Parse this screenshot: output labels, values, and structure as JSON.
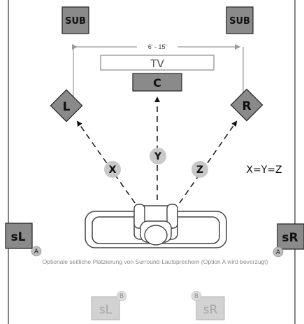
{
  "speakers": {
    "sub_left": "SUB",
    "sub_right": "SUB",
    "center": "C",
    "left": "L",
    "right": "R",
    "surround_left": "sL",
    "surround_right": "sR",
    "alt_surround_left": "sL",
    "alt_surround_right": "sR"
  },
  "tv_label": "TV",
  "distance_range": "6' - 15'",
  "distances": {
    "x": "X",
    "y": "Y",
    "z": "Z"
  },
  "equation": "X=Y=Z",
  "badges": {
    "a_left": "A",
    "a_right": "A",
    "b_left": "B",
    "b_right": "B"
  },
  "caption": "Optionale seitliche Platzierung von Surround-Lautsprechern (Option A wird bevorzugt)",
  "colors": {
    "speaker_fill": "#8a8a8a",
    "faded_fill": "#d2d2d2",
    "label_circle": "#c8c8c8"
  }
}
